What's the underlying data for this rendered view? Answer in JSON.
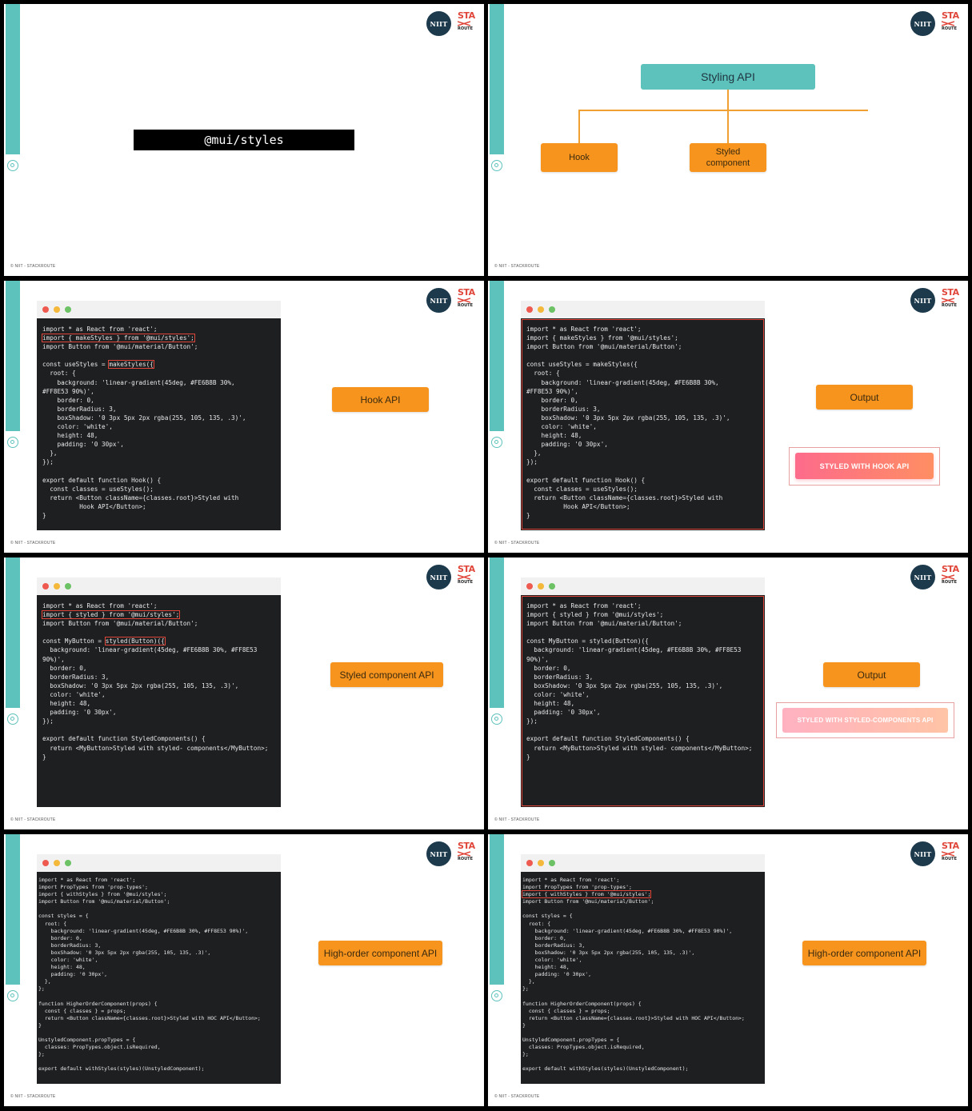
{
  "brand": {
    "niit_logo": "NIIT",
    "sta_logo": "STA",
    "route_logo": "ROUTE",
    "footer": "© NIIT - STACKROUTE",
    "accent_teal": "#5ec2bc",
    "accent_orange": "#f7941d",
    "highlight_red": "#e0453a"
  },
  "slide1": {
    "title": "@mui/styles"
  },
  "slide2": {
    "root": "Styling API",
    "children": [
      "Hook",
      "Styled\ncomponent"
    ]
  },
  "slide3": {
    "code_lines": [
      "import * as React from 'react';",
      "import { makeStyles } from '@mui/styles';",
      "import Button from '@mui/material/Button';",
      "",
      "const useStyles = makeStyles({",
      "  root: {",
      "    background: 'linear-gradient(45deg, #FE6B8B 30%,",
      "#FF8E53 90%)',",
      "    border: 0,",
      "    borderRadius: 3,",
      "    boxShadow: '0 3px 5px 2px rgba(255, 105, 135, .3)',",
      "    color: 'white',",
      "    height: 48,",
      "    padding: '0 30px',",
      "  },",
      "});",
      "",
      "export default function Hook() {",
      "  const classes = useStyles();",
      "  return <Button className={classes.root}>Styled with",
      "          Hook API</Button>;",
      "}"
    ],
    "label": "Hook API"
  },
  "slide4": {
    "label": "Output",
    "result_button": "STYLED WITH HOOK API"
  },
  "slide5": {
    "code_lines": [
      "import * as React from 'react';",
      "import { styled } from '@mui/styles';",
      "import Button from '@mui/material/Button';",
      "",
      "const MyButton = styled(Button)({",
      "  background: 'linear-gradient(45deg, #FE6B8B 30%, #FF8E53",
      "90%)',",
      "  border: 0,",
      "  borderRadius: 3,",
      "  boxShadow: '0 3px 5px 2px rgba(255, 105, 135, .3)',",
      "  color: 'white',",
      "  height: 48,",
      "  padding: '0 30px',",
      "});",
      "",
      "export default function StyledComponents() {",
      "  return <MyButton>Styled with styled- components</MyButton>;",
      "}"
    ],
    "label": "Styled component API"
  },
  "slide6": {
    "label": "Output",
    "result_button": "STYLED WITH STYLED-COMPONENTS API"
  },
  "slide7": {
    "code_lines": [
      "import * as React from 'react';",
      "import PropTypes from 'prop-types';",
      "import { withStyles } from '@mui/styles';",
      "import Button from '@mui/material/Button';",
      "",
      "const styles = {",
      "  root: {",
      "    background: 'linear-gradient(45deg, #FE6B8B 30%, #FF8E53 90%)',",
      "    border: 0,",
      "    borderRadius: 3,",
      "    boxShadow: '0 3px 5px 2px rgba(255, 105, 135, .3)',",
      "    color: 'white',",
      "    height: 48,",
      "    padding: '0 30px',",
      "  },",
      "};",
      "",
      "function HigherOrderComponent(props) {",
      "  const { classes } = props;",
      "  return <Button className={classes.root}>Styled with HOC API</Button>;",
      "}",
      "",
      "UnstyledComponent.propTypes = {",
      "  classes: PropTypes.object.isRequired,",
      "};",
      "",
      "export default withStyles(styles)(UnstyledComponent);"
    ],
    "label": "High-order component API"
  },
  "slide8": {
    "label": "High-order component API"
  }
}
